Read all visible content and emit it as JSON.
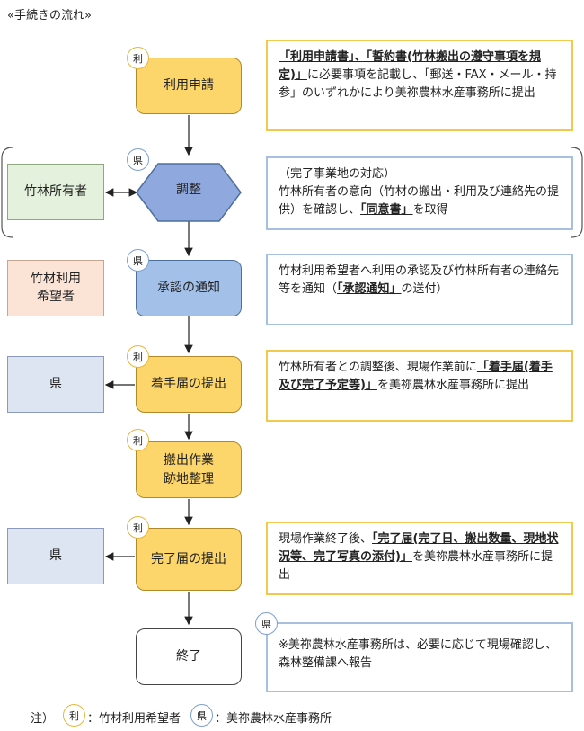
{
  "title": "«手続きの流れ»",
  "steps": {
    "s1": "利用申請",
    "s2": "調整",
    "s3": "承認の通知",
    "s4": "着手届の提出",
    "s5": "搬出作業\n跡地整理",
    "s6": "完了届の提出",
    "s7": "終了"
  },
  "side": {
    "owner": "竹林所有者",
    "applicant": "竹材利用\n希望者",
    "pref1": "県",
    "pref2": "県"
  },
  "badges": {
    "ri": "利",
    "ken": "県"
  },
  "notes": {
    "n1": {
      "b1": "「利用申請書」、「誓約書(竹林搬出の遵守事項を規定)」",
      "t1": "に必要事項を記載し、「郵送・FAX・メール・持参」のいずれかにより美祢農林水産事務所に提出"
    },
    "n2": {
      "t0": "（完了事業地の対応）",
      "t1": "竹林所有者の意向（竹材の搬出・利用及び連絡先の提供）を確認し、",
      "b1": "「同意書」",
      "t2": "を取得"
    },
    "n3": {
      "t1": "竹材利用希望者へ利用の承認及び竹林所有者の連絡先等を通知（",
      "b1": "「承認通知」",
      "t2": "の送付）"
    },
    "n4": {
      "t1": "竹林所有者との調整後、現場作業前に",
      "b1": "「着手届(着手及び完了予定等)」",
      "t2": "を美祢農林水産事務所に提出"
    },
    "n5": {
      "t1": "現場作業終了後、",
      "b1": "「完了届(完了日、搬出数量、現地状況等、完了写真の添付)」",
      "t2": "を美祢農林水産事務所に提出"
    },
    "n6": {
      "t1": "※美祢農林水産事務所は、必要に応じて現場確認し、森林整備課へ報告"
    }
  },
  "legend": {
    "note": "注）",
    "ri_text": "：竹材利用希望者",
    "ken_text": "：美祢農林水産事務所"
  }
}
